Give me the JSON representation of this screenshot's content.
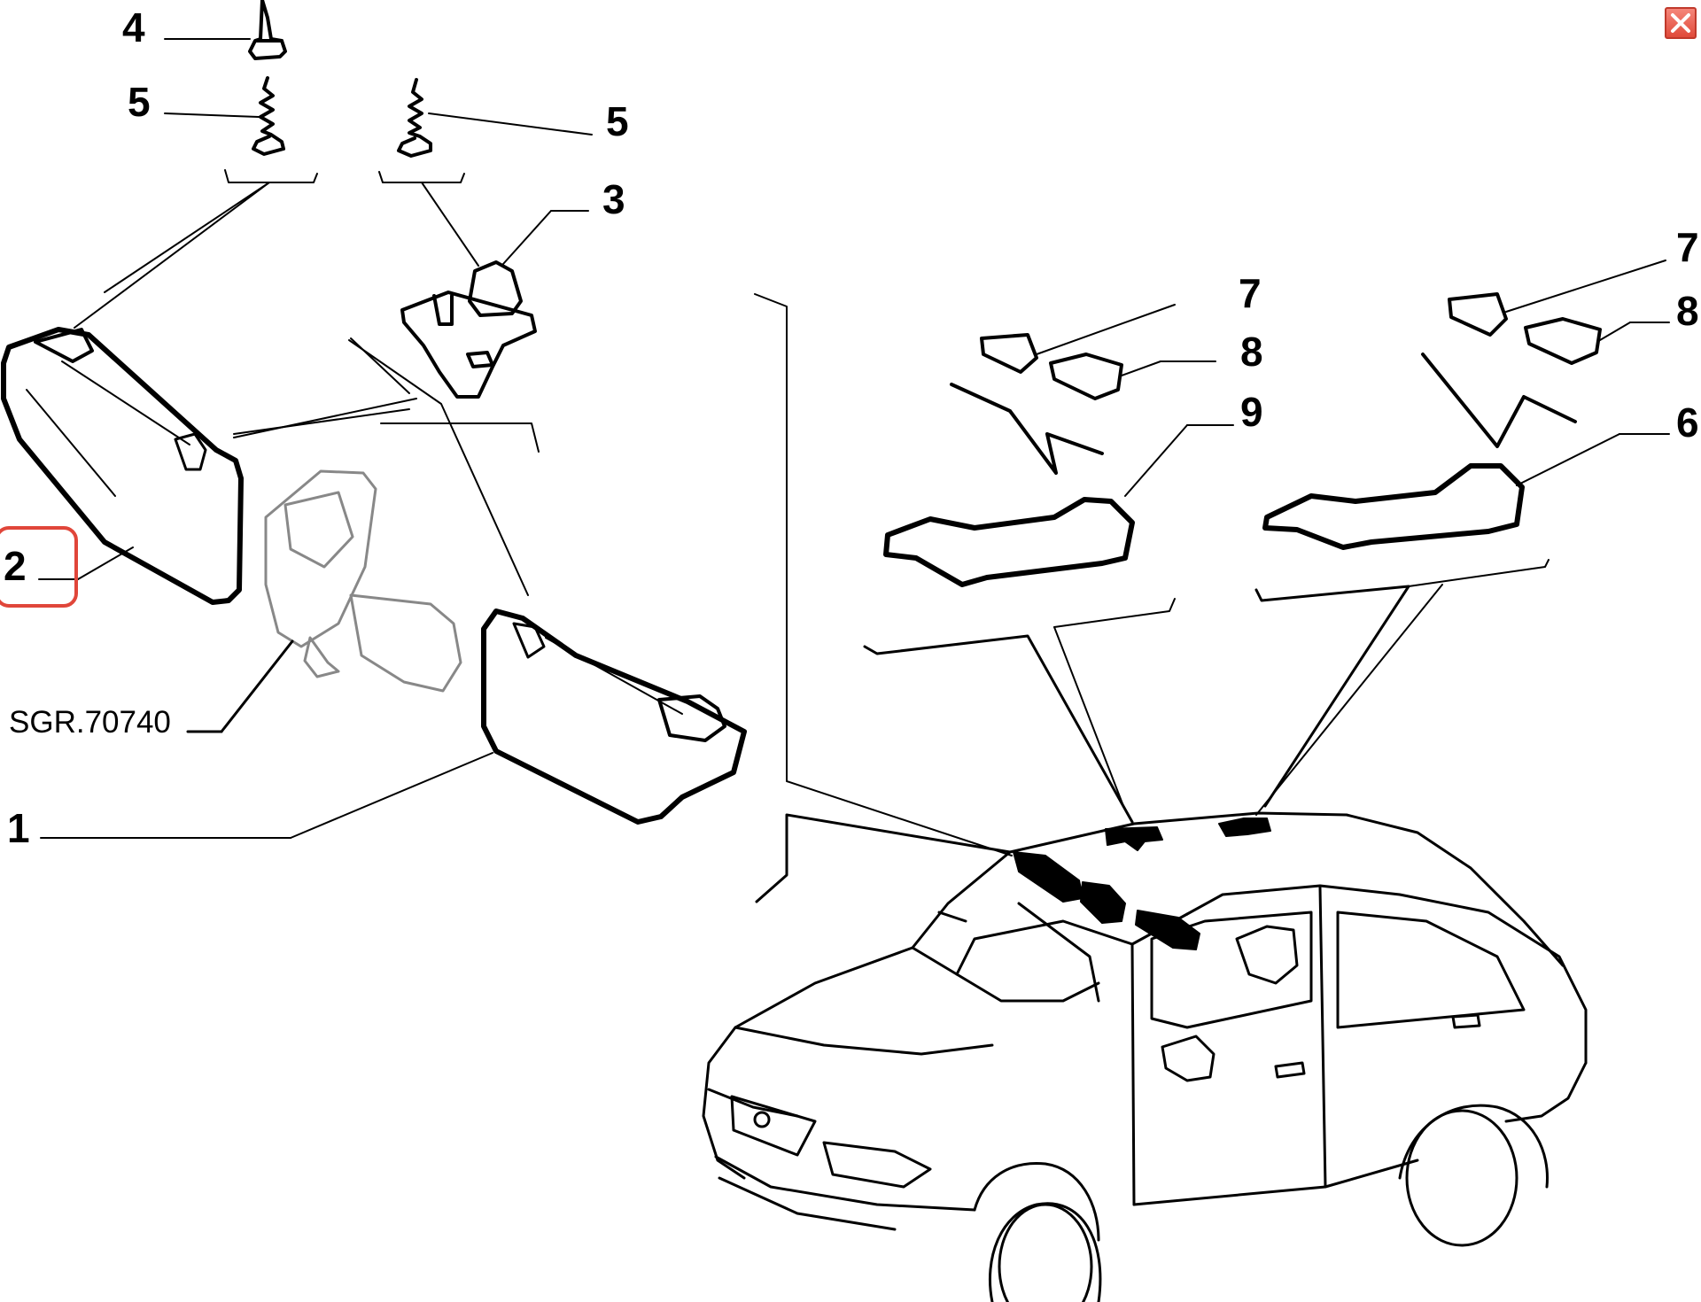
{
  "diagram": {
    "callouts": {
      "c4": "4",
      "c5_left": "5",
      "c5_right": "5",
      "c3": "3",
      "c2": "2",
      "c1": "1",
      "c7_mid": "7",
      "c8_mid": "8",
      "c9": "9",
      "c7_right": "7",
      "c8_right": "8",
      "c6": "6"
    },
    "ref_code": "SGR.70740",
    "highlighted_callout": "2"
  },
  "window": {
    "close_icon": "close-icon",
    "close_color": "#e04a3a"
  },
  "colors": {
    "highlight": "#e0463a",
    "line": "#000000"
  }
}
